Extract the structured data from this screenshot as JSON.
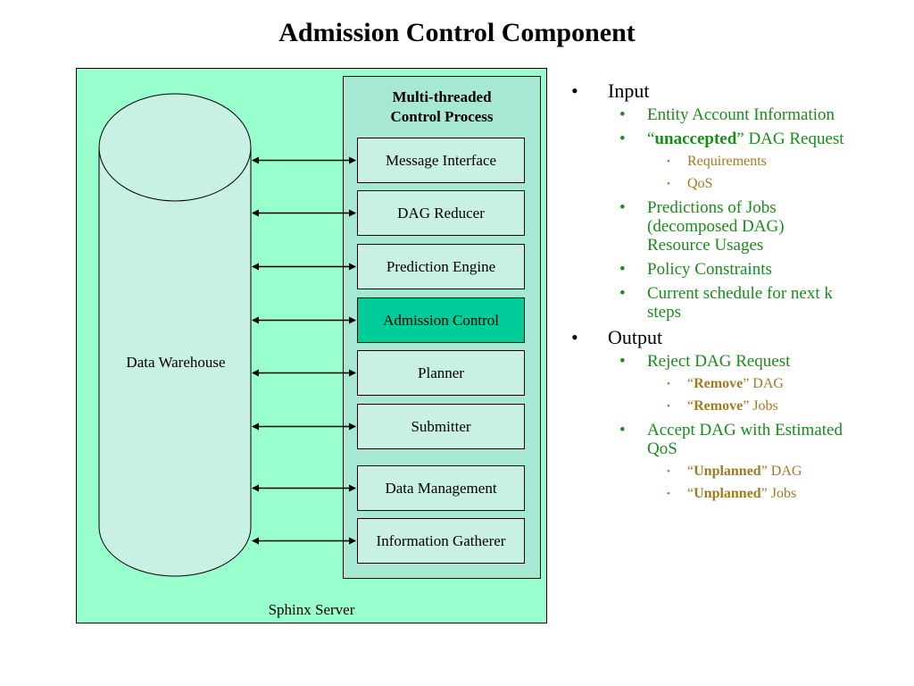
{
  "slide": {
    "title": "Admission Control Component"
  },
  "diagram": {
    "server_label": "Sphinx Server",
    "warehouse_label": "Data Warehouse",
    "process_title_line1": "Multi-threaded",
    "process_title_line2": "Control Process",
    "modules": [
      {
        "label": "Message Interface",
        "highlighted": false
      },
      {
        "label": "DAG Reducer",
        "highlighted": false
      },
      {
        "label": "Prediction Engine",
        "highlighted": false
      },
      {
        "label": "Admission Control",
        "highlighted": true
      },
      {
        "label": "Planner",
        "highlighted": false
      },
      {
        "label": "Submitter",
        "highlighted": false
      },
      {
        "label": "Data Management",
        "highlighted": false
      },
      {
        "label": "Information Gatherer",
        "highlighted": false
      }
    ],
    "colors": {
      "server_fill": "#99ffcc",
      "process_fill": "#a6e8d3",
      "module_fill": "#c8f0e4",
      "highlight_fill": "#00cc99",
      "level2_text": "#1a8c1a",
      "level3_text": "#a07a20"
    }
  },
  "bullets": {
    "bullet_char": "•",
    "input": {
      "label": "Input",
      "entity": "Entity Account Information",
      "unaccepted_open": "“",
      "unaccepted_bold": "unaccepted",
      "unaccepted_rest": "” DAG Request",
      "requirements": "Requirements",
      "qos": "QoS",
      "predictions_line1": "Predictions of Jobs",
      "predictions_line2": "(decomposed DAG)",
      "predictions_line3": "Resource Usages",
      "policy": "Policy Constraints",
      "schedule_line1": "Current schedule for next k",
      "schedule_line2": "steps"
    },
    "output": {
      "label": "Output",
      "reject": "Reject DAG Request",
      "remove1_open": "“",
      "remove1_bold": "Remove",
      "remove1_rest": "” DAG",
      "remove2_open": "“",
      "remove2_bold": "Remove",
      "remove2_rest": "” Jobs",
      "accept_line1": "Accept DAG with Estimated",
      "accept_line2": "QoS",
      "unplanned1_open": "“",
      "unplanned1_bold": "Unplanned",
      "unplanned1_rest": "” DAG",
      "unplanned2_open": "“",
      "unplanned2_bold": "Unplanned",
      "unplanned2_rest": "” Jobs"
    }
  }
}
